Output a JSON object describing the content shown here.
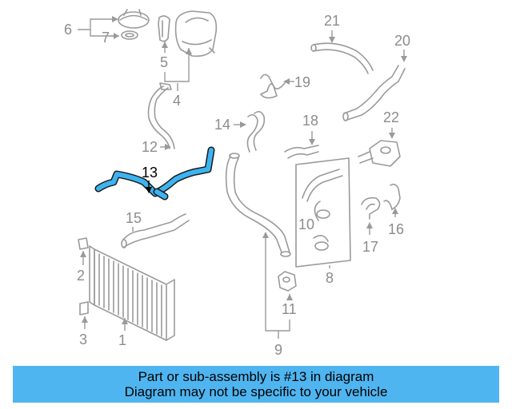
{
  "diagram": {
    "callouts": {
      "c1": "1",
      "c2": "2",
      "c3": "3",
      "c4": "4",
      "c5": "5",
      "c6": "6",
      "c7": "7",
      "c8": "8",
      "c9": "9",
      "c10": "10",
      "c11": "11",
      "c12": "12",
      "c13": "13",
      "c14": "14",
      "c15": "15",
      "c16": "16",
      "c17": "17",
      "c18": "18",
      "c19": "19",
      "c20": "20",
      "c21": "21",
      "c22": "22"
    },
    "highlight_color": "#3db3f0",
    "part_color": "#9a9a9a",
    "highlighted_part": "13"
  },
  "banner": {
    "line1": "Part or sub-assembly is #13 in diagram",
    "line2": "Diagram may not be specific to your vehicle",
    "background": "#4fb5f0"
  }
}
